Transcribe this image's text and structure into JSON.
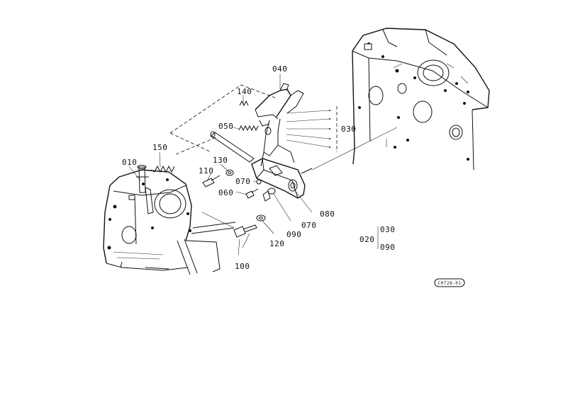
{
  "diagram": {
    "parts": [
      {
        "id": "part-010",
        "label": "010"
      },
      {
        "id": "part-030",
        "label": "030"
      },
      {
        "id": "part-040",
        "label": "040"
      },
      {
        "id": "part-050",
        "label": "050"
      },
      {
        "id": "part-060",
        "label": "060"
      },
      {
        "id": "part-070-a",
        "label": "070"
      },
      {
        "id": "part-070-b",
        "label": "070"
      },
      {
        "id": "part-080",
        "label": "080"
      },
      {
        "id": "part-090",
        "label": "090"
      },
      {
        "id": "part-100",
        "label": "100"
      },
      {
        "id": "part-110",
        "label": "110"
      },
      {
        "id": "part-120",
        "label": "120"
      },
      {
        "id": "part-130",
        "label": "130"
      },
      {
        "id": "part-140",
        "label": "140"
      },
      {
        "id": "part-150",
        "label": "150"
      }
    ],
    "assembly": {
      "parent": "020",
      "children": [
        "030",
        "090"
      ]
    },
    "reference_code": "C0728-01"
  }
}
